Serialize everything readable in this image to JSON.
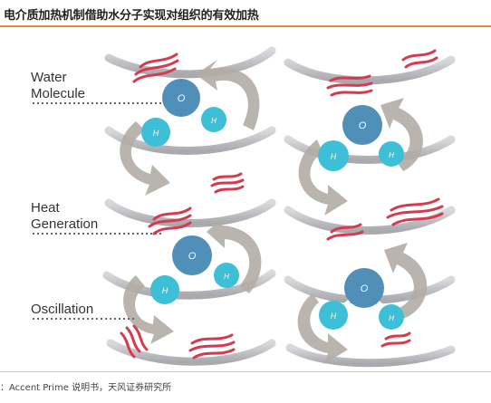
{
  "title": "电介质加热机制借助水分子实现对组织的有效加热",
  "labels": {
    "water_line1": "Water",
    "water_line2": "Molecule",
    "heat_line1": "Heat",
    "heat_line2": "Generation",
    "oscillation": "Oscillation"
  },
  "atoms": {
    "oxygen": "O",
    "hydrogen": "H"
  },
  "source": "：Accent Prime 说明书，天风证券研究所",
  "colors": {
    "accent_rule": "#e8873a",
    "oxygen": "#4f8fb8",
    "hydrogen": "#3dbfd8",
    "heat_wave": "#d63a4f",
    "ribbon": "#c0c0c4",
    "arrow": "#b3aca6"
  }
}
